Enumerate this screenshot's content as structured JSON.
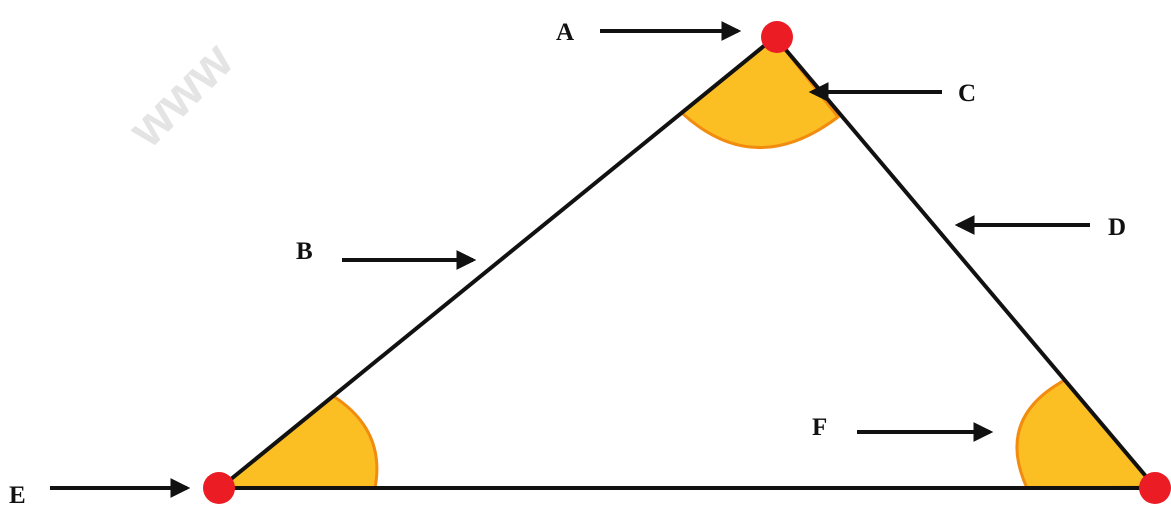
{
  "watermark": "www",
  "labels": {
    "A": "A",
    "B": "B",
    "C": "C",
    "D": "D",
    "E": "E",
    "F": "F"
  },
  "colors": {
    "angle_fill": "#fbbf24",
    "angle_stroke": "#f28c0f",
    "vertex": "#ec1c24",
    "line": "#111111",
    "arrow": "#111111",
    "watermark": "#e4e4e4"
  }
}
